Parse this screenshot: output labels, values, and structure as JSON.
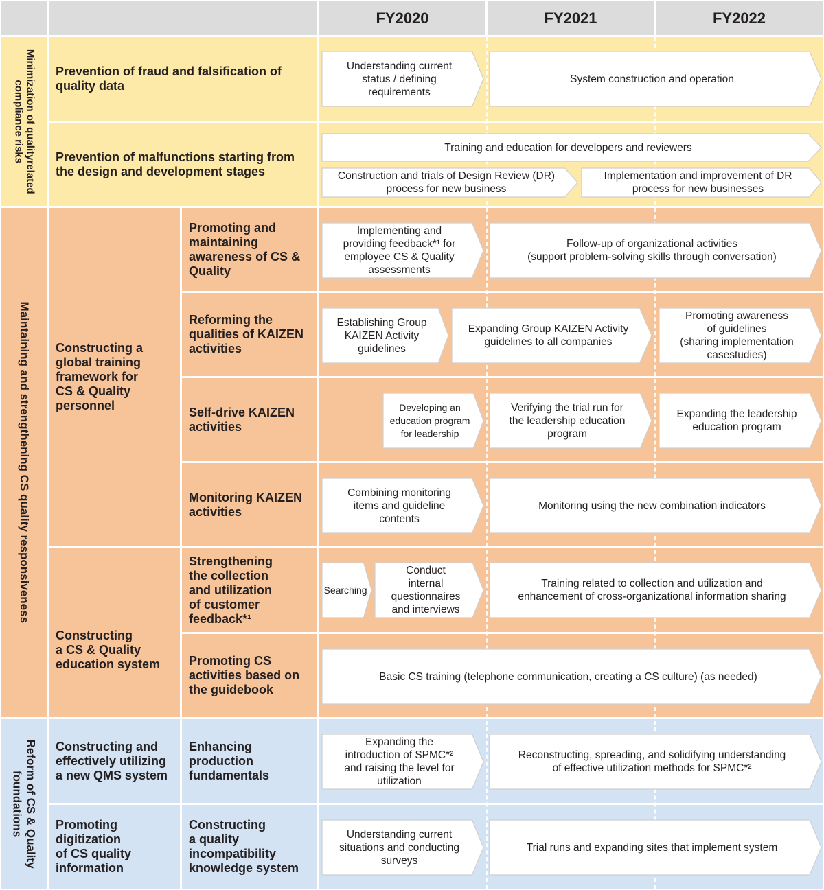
{
  "years": [
    "FY2020",
    "FY2021",
    "FY2022"
  ],
  "groups": {
    "compliance": "Minimization of qualityrelated\ncompliance risks",
    "cs": "Maintaining and strengthening CS quality responsiveness",
    "reform": "Reform of CS & Quality\nfoundations"
  },
  "rows": {
    "fraud": "Prevention of fraud and falsification of\nquality data",
    "malfunction": "Prevention of malfunctions starting from\nthe design and development stages",
    "global_training": "Constructing a\nglobal training\nframework for\nCS & Quality\npersonnel",
    "education_system": "Constructing\na CS & Quality\neducation system",
    "awareness": "Promoting and\nmaintaining\nawareness of CS &\nQuality",
    "kaizen_reform": "Reforming the\nqualities of KAIZEN\nactivities",
    "self_drive": "Self-drive KAIZEN\nactivities",
    "monitoring": "Monitoring KAIZEN\nactivities",
    "feedback": "Strengthening\nthe collection\nand utilization\nof customer\nfeedback*¹",
    "guidebook": "Promoting CS\nactivities based on\nthe guidebook",
    "qms": "Constructing and\neffectively utilizing\na new QMS system",
    "production": "Enhancing\nproduction\nfundamentals",
    "digitization": "Promoting\ndigitization\nof CS quality\ninformation",
    "incompat": "Constructing\na quality\nincompatibility\nknowledge system"
  },
  "tasks": {
    "fraud_1": "Understanding current\nstatus / defining\nrequirements",
    "fraud_2": "System construction and operation",
    "mal_training": "Training and education for developers and reviewers",
    "mal_dr_1": "Construction and trials of Design Review (DR)\nprocess for new business",
    "mal_dr_2": "Implementation and improvement of DR\nprocess for new businesses",
    "aw_1": "Implementing and\nproviding feedback*¹  for\nemployee CS & Quality\nassessments",
    "aw_2": "Follow-up of organizational activities\n(support problem-solving skills through conversation)",
    "kz_1": "Establishing Group\nKAIZEN Activity\nguidelines",
    "kz_2": "Expanding Group KAIZEN Activity\nguidelines to all companies",
    "kz_3": "Promoting awareness\nof guidelines\n(sharing implementation\ncasestudies)",
    "sd_1": "Developing an\neducation program\nfor leadership",
    "sd_2": "Verifying the trial run for\nthe leadership education\nprogram",
    "sd_3": "Expanding the leadership\neducation program",
    "mon_1": "Combining monitoring\nitems and guideline\ncontents",
    "mon_2": "Monitoring using the new combination indicators",
    "fb_1": "Searching",
    "fb_2": "Conduct\ninternal\nquestionnaires\nand interviews",
    "fb_3": "Training related to collection and utilization and\nenhancement of cross-organizational information sharing",
    "gb_1": "Basic CS training (telephone communication, creating a CS culture) (as needed)",
    "prod_1": "Expanding the\nintroduction of SPMC*²\nand raising the level for\nutilization",
    "prod_2": "Reconstructing, spreading, and solidifying understanding\nof effective utilization methods for SPMC*²",
    "inc_1": "Understanding current\nsituations and conducting\nsurveys",
    "inc_2": "Trial runs and expanding sites that implement system"
  },
  "colors": {
    "header": "#dcdcdc",
    "compliance": "#fde9a8",
    "cs": "#f7c49a",
    "reform": "#d3e3f4",
    "arrow_fill": "#ffffff"
  }
}
